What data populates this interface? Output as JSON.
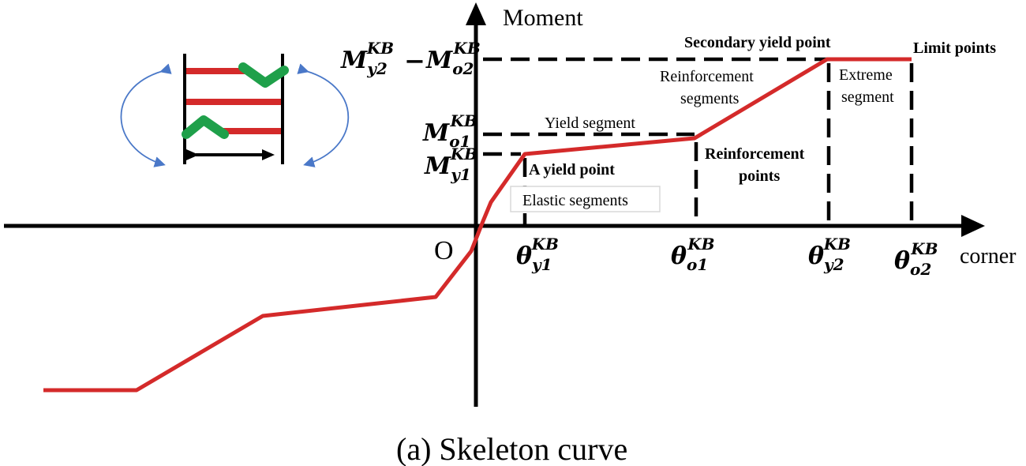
{
  "axes": {
    "y_label": "Moment",
    "x_label": "corner",
    "origin_label": "O"
  },
  "moment_labels": {
    "m_y2": {
      "base": "M",
      "sub": "y2",
      "sup": "KB"
    },
    "minus": "−",
    "m_o2": {
      "base": "M",
      "sub": "o2",
      "sup": "KB"
    },
    "m_o1": {
      "base": "M",
      "sub": "o1",
      "sup": "KB"
    },
    "m_y1": {
      "base": "M",
      "sub": "y1",
      "sup": "KB"
    }
  },
  "angle_labels": {
    "theta_y1": {
      "base": "θ",
      "sub": "y1",
      "sup": "KB"
    },
    "theta_o1": {
      "base": "θ",
      "sub": "o1",
      "sup": "KB"
    },
    "theta_y2": {
      "base": "θ",
      "sub": "y2",
      "sup": "KB"
    },
    "theta_o2": {
      "base": "θ",
      "sub": "o2",
      "sup": "KB"
    }
  },
  "annotations": {
    "secondary_yield_point": "Secondary yield point",
    "limit_points": "Limit points",
    "reinforcement_segments_1": "Reinforcement",
    "reinforcement_segments_2": "segments",
    "extreme_segment_1": "Extreme",
    "extreme_segment_2": "segment",
    "yield_segment": "Yield segment",
    "reinforcement_points_1": "Reinforcement",
    "reinforcement_points_2": "points",
    "a_yield_point": "A yield point",
    "elastic_segments": "Elastic segments"
  },
  "caption": "(a) Skeleton curve",
  "colors": {
    "curve": "#d42a2a",
    "axis": "#000000",
    "inset_bar": "#d42a2a",
    "inset_bend": "#1fa04a",
    "inset_arrow": "#4a78c8"
  }
}
